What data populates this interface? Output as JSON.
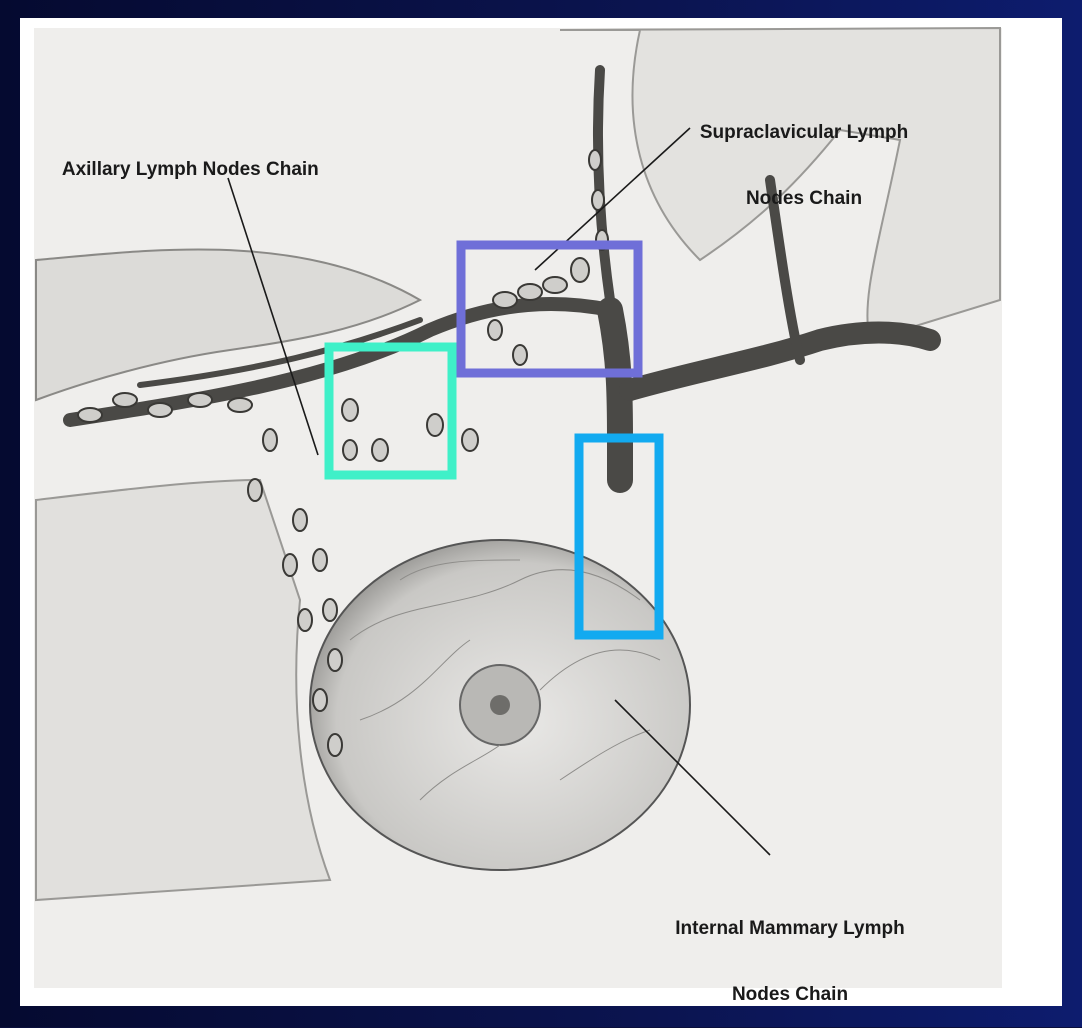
{
  "labels": {
    "axillary": "Axillary Lymph Nodes Chain",
    "supraclavicular_line1": "Supraclavicular Lymph",
    "supraclavicular_line2": "Nodes Chain",
    "internal_mammary_line1": "Internal Mammary Lymph",
    "internal_mammary_line2": "Nodes Chain"
  },
  "highlight_colors": {
    "axillary_box": "#3ff0c8",
    "supraclavicular_box": "#6f6fd8",
    "internal_mammary_box": "#12aaf0"
  },
  "background_color": "#0a0f3c"
}
